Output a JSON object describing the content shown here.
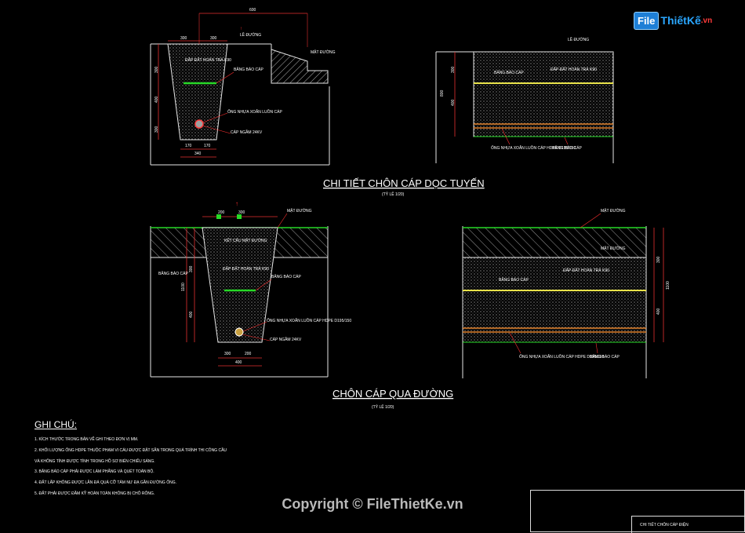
{
  "brand": {
    "box": "File",
    "rest": "ThiếtKế",
    "vn": ".vn"
  },
  "copyright": "Copyright © FileThietKe.vn",
  "notes": {
    "title": "GHI CHÚ:",
    "lines": [
      "1. KÍCH THƯỚC TRONG BẢN VẼ GHI THEO ĐƠN VỊ MM.",
      "2. KHỐI LƯỢNG ỐNG HDPE THUỘC PHẠM VI CÁU ĐƯỢC ĐẶT SẴN TRONG QUÁ TRÌNH THI CÔNG CẦU",
      "   VÀ KHÔNG TÍNH ĐƯỢC TÍNH TRONG HỒ SƠ BIỂN CHIẾU SÁNG.",
      "3. BĂNG BÁO CÁP PHẢI ĐƯỢC LÀM PHẲNG VÀ QUÉT TOÀN BỘ.",
      "4. ĐẤT LẤP KHÔNG ĐƯỢC LẪN ĐÁ QUÁ CỠ TẢM NƯ ĐẠ GẦN ĐƯỜNG ỐNG.",
      "5. ĐẤT PHẢI ĐƯỢC ĐẦM KỸ HOÀN TOÀN KHÔNG BỊ CHỖ RỖNG."
    ]
  },
  "titleblock": {
    "text": "CHI TIẾT CHÔN CÁP ĐIỆN"
  },
  "diagram": {
    "section1": {
      "title": "CHI TIẾT CHÔN CÁP DỌC TUYẾN",
      "scale": "(TỶ LỆ 1/20)",
      "top_dim": "600",
      "left": {
        "dims_top": [
          "300",
          "300"
        ],
        "dims_bottom": [
          "170",
          "170"
        ],
        "dim_base": "340",
        "side_dims": [
          "300",
          "400",
          "300"
        ],
        "labels": {
          "le_duong": "LỀ ĐƯỜNG",
          "mat_duong": "MẶT ĐƯỜNG",
          "dat_dat": "ĐẮP ĐẤT HOÀN TRẢ K90",
          "bang_bao_cap": "BĂNG BÁO CÁP",
          "ong_nhua": "ỐNG NHỰA XOẮN LUỒN CÁP",
          "cap_ngam": "CÁP NGẦM 24KV"
        }
      },
      "right": {
        "side_dims": [
          "300",
          "400",
          "800"
        ],
        "labels": {
          "le_duong": "LỀ ĐƯỜNG",
          "bang_bao_cap": "BĂNG BÁO CÁP",
          "dat_dat": "ĐẮP ĐẤT HOÀN TRẢ K90",
          "ong_nhua": "ỐNG NHỰA XOẮN LUỒN CÁP HDPE D195/150",
          "bang_bao_cap2": "BĂNG BÁO CÁP"
        }
      }
    },
    "section2": {
      "title": "CHÔN CÁP QUA ĐƯỜNG",
      "scale": "(TỶ LỆ 1/20)",
      "left": {
        "top_dims": [
          "200",
          "300"
        ],
        "bottom_dims": [
          "300",
          "200"
        ],
        "dim_base": "400",
        "side_dims": [
          "300",
          "400",
          "1100"
        ],
        "labels": {
          "mat_duong": "MẶT ĐƯỜNG",
          "ket_cau": "KẾT CẤU MẶT ĐƯỜNG",
          "dat_dat": "ĐẮP ĐẤT HOÀN TRẢ K90",
          "bang_bao_cap": "BĂNG BÁO CÁP",
          "bang_bao_cap_left": "BĂNG BÁO CÁP",
          "ong_nhua": "ỐNG NHỰA XOẮN LUỒN CÁP HDPE D195/150",
          "cap_ngam": "CÁP NGẦM 24KV"
        }
      },
      "right": {
        "side_dims": [
          "300",
          "400",
          "1100"
        ],
        "labels": {
          "mat_duong": "MẶT ĐƯỜNG",
          "mat_duong2": "MẶT ĐƯỜNG",
          "bang_bao_cap": "BĂNG BÁO CÁP",
          "dat_dat": "ĐẮP ĐẤT HOÀN TRẢ K90",
          "ong_nhua": "ỐNG NHỰA XOẮN LUỒN CÁP HDPE D195/150",
          "bang_bao_cap2": "BĂNG BÁO CÁP"
        }
      }
    }
  },
  "colors": {
    "background": "#000000",
    "line": "#e6e6e6",
    "dim": "#e53030",
    "label_leader": "#ff3030",
    "green": "#27d827",
    "yellow": "#e8e24a",
    "orange": "#e0802a",
    "fill_dots": "#bfbfbf"
  }
}
